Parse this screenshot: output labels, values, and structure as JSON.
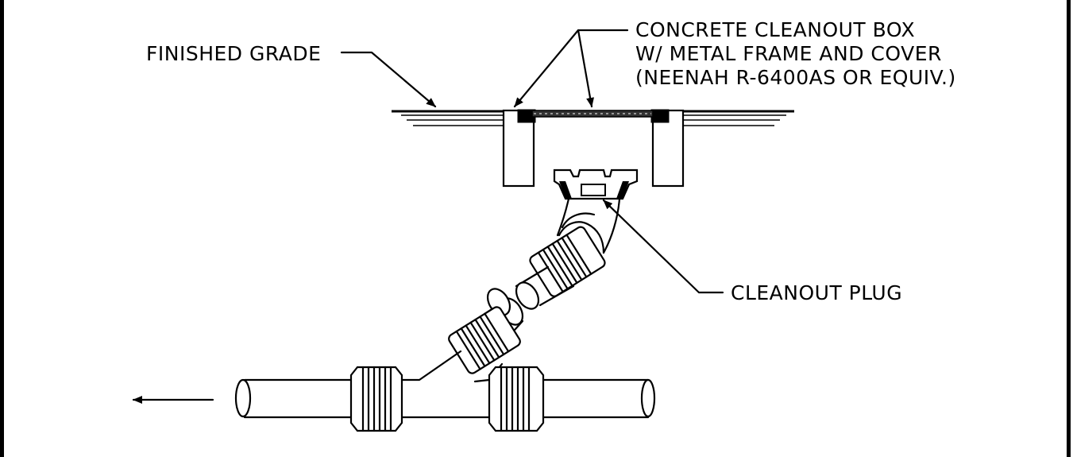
{
  "labels": {
    "finished_grade": "FINISHED GRADE",
    "cleanout_box_line1": "CONCRETE CLEANOUT BOX",
    "cleanout_box_line2": "W/ METAL FRAME AND COVER",
    "cleanout_box_line3": "(NEENAH R-6400AS OR EQUIV.)",
    "cleanout_plug": "CLEANOUT PLUG"
  },
  "colors": {
    "ink": "#000000",
    "paper": "#ffffff"
  }
}
